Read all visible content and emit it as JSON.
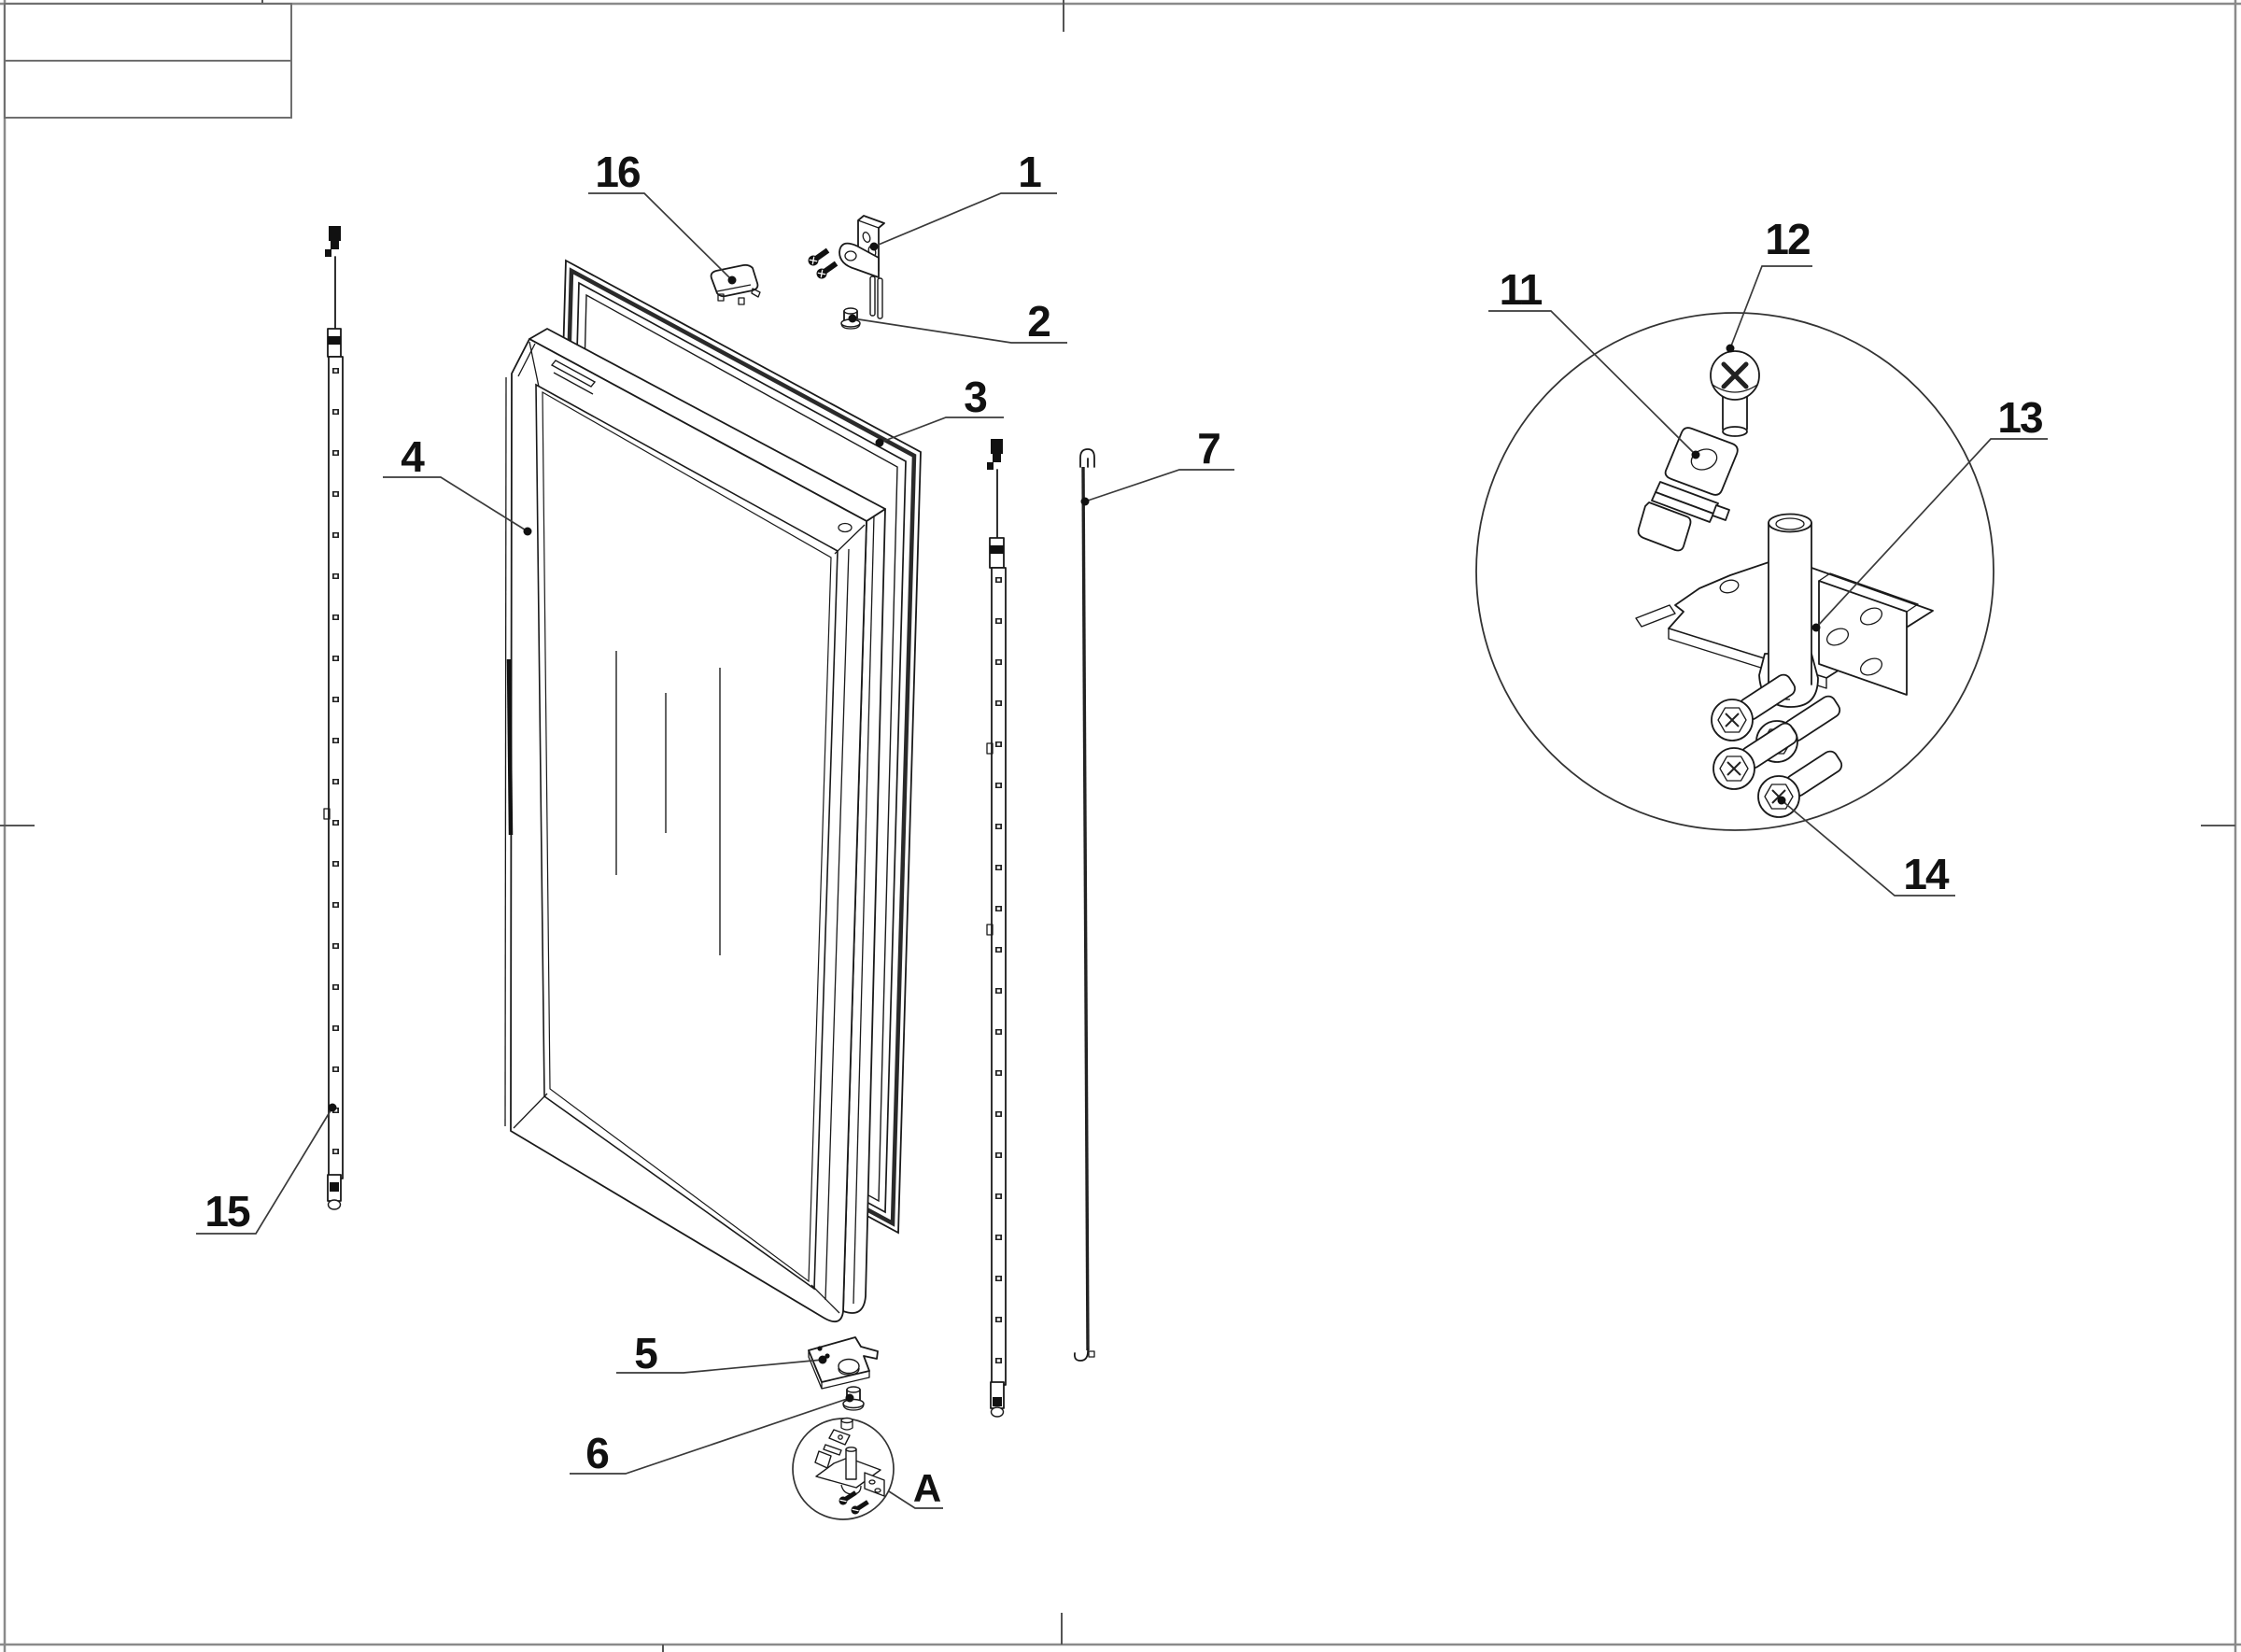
{
  "callouts": {
    "c1": {
      "label": "1"
    },
    "c2": {
      "label": "2"
    },
    "c3": {
      "label": "3"
    },
    "c4": {
      "label": "4"
    },
    "c5": {
      "label": "5"
    },
    "c6": {
      "label": "6"
    },
    "c7": {
      "label": "7"
    },
    "c11": {
      "label": "11"
    },
    "c12": {
      "label": "12"
    },
    "c13": {
      "label": "13"
    },
    "c14": {
      "label": "14"
    },
    "c15": {
      "label": "15"
    },
    "c16": {
      "label": "16"
    },
    "cA": {
      "label": "A"
    }
  },
  "colors": {
    "line": "#1a1a1a",
    "leader": "#3a3a3a",
    "border": "#8a8a8a",
    "background": "#ffffff"
  }
}
